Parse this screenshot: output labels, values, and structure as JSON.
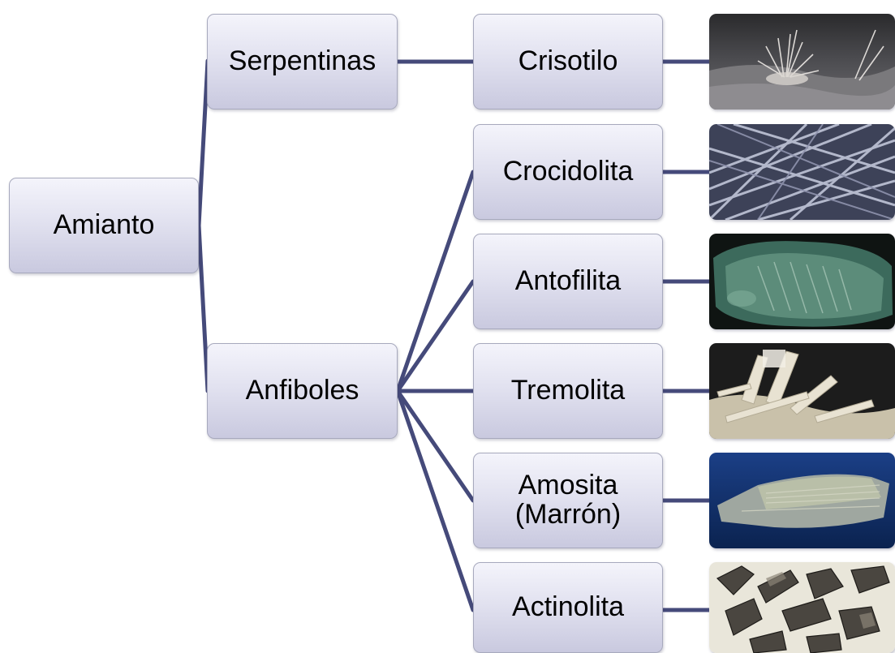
{
  "diagram": {
    "root": {
      "label": "Amianto"
    },
    "groups": [
      {
        "label": "Serpentinas"
      },
      {
        "label": "Anfiboles"
      }
    ],
    "minerals": [
      {
        "label": "Crisotilo",
        "group": "Serpentinas",
        "photo": "crisotilo-photo"
      },
      {
        "label": "Crocidolita",
        "group": "Anfiboles",
        "photo": "crocidolita-photo"
      },
      {
        "label": "Antofilita",
        "group": "Anfiboles",
        "photo": "antofilita-photo"
      },
      {
        "label": "Tremolita",
        "group": "Anfiboles",
        "photo": "tremolita-photo"
      },
      {
        "label_line1": "Amosita",
        "label_line2": "(Marrón)",
        "group": "Anfiboles",
        "photo": "amosita-photo"
      },
      {
        "label": "Actinolita",
        "group": "Anfiboles",
        "photo": "actinolita-photo"
      }
    ],
    "colors": {
      "connector": "#454a7a",
      "node_border": "#a7a9bd",
      "node_fill_top": "#f4f4fb",
      "node_fill_bottom": "#c9c9df"
    }
  }
}
